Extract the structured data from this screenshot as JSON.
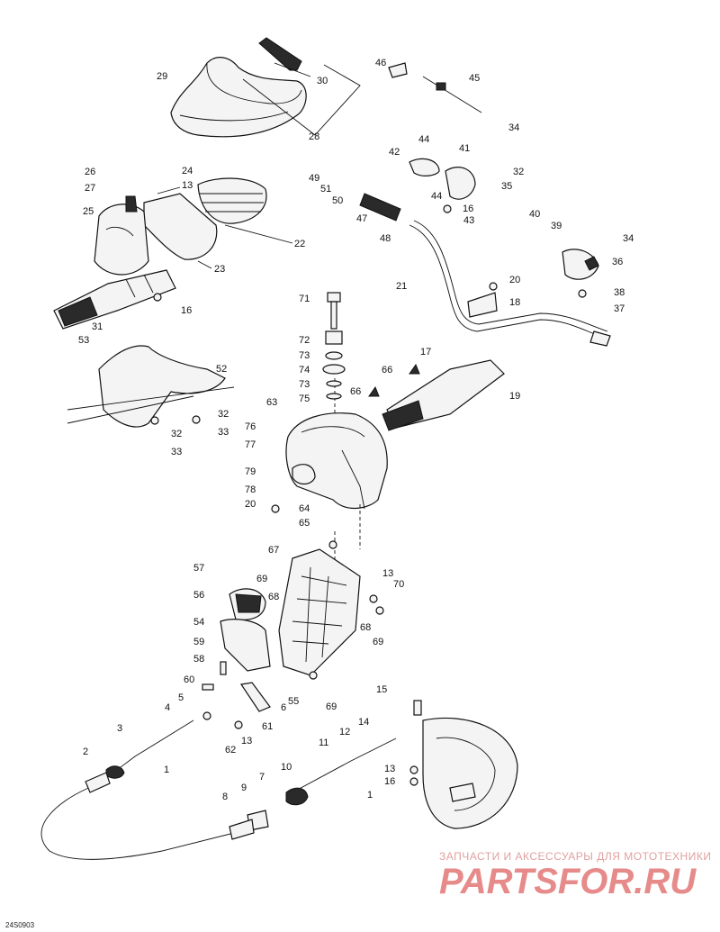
{
  "diagram_code": "24S0903",
  "watermark": {
    "tagline": "ЗАПЧАСТИ И АКСЕССУАРЫ ДЛЯ МОТОТЕХНИКИ",
    "brand": "PARTSFOR.RU"
  },
  "callouts": {
    "c1a": "1",
    "c1b": "1",
    "c2": "2",
    "c3": "3",
    "c4": "4",
    "c5": "5",
    "c6": "6",
    "c7": "7",
    "c8": "8",
    "c9": "9",
    "c10": "10",
    "c11": "11",
    "c12": "12",
    "c13a": "13",
    "c13b": "13",
    "c13c": "13",
    "c13d": "13",
    "c14": "14",
    "c15": "15",
    "c16a": "16",
    "c16b": "16",
    "c16c": "16",
    "c17": "17",
    "c18": "18",
    "c19": "19",
    "c20a": "20",
    "c20b": "20",
    "c21": "21",
    "c22": "22",
    "c23": "23",
    "c24": "24",
    "c25": "25",
    "c26": "26",
    "c27": "27",
    "c28": "28",
    "c29": "29",
    "c30": "30",
    "c31": "31",
    "c32a": "32",
    "c32b": "32",
    "c33": "33",
    "c32c": "32",
    "c33b": "33",
    "c34a": "34",
    "c34b": "34",
    "c35": "35",
    "c36": "36",
    "c37": "37",
    "c38": "38",
    "c39": "39",
    "c40": "40",
    "c41": "41",
    "c42": "42",
    "c43": "43",
    "c44a": "44",
    "c44b": "44",
    "c45": "45",
    "c46": "46",
    "c47": "47",
    "c48": "48",
    "c49": "49",
    "c50": "50",
    "c51": "51",
    "c52": "52",
    "c53": "53",
    "c54": "54",
    "c55": "55",
    "c56": "56",
    "c57": "57",
    "c58": "58",
    "c59": "59",
    "c60": "60",
    "c61": "61",
    "c62": "62",
    "c63": "63",
    "c64": "64",
    "c65": "65",
    "c66a": "66",
    "c66b": "66",
    "c67": "67",
    "c68a": "68",
    "c68b": "68",
    "c69a": "69",
    "c69b": "69",
    "c69c": "69",
    "c70": "70",
    "c71": "71",
    "c72": "72",
    "c73a": "73",
    "c73b": "73",
    "c74": "74",
    "c75": "75",
    "c76": "76",
    "c77": "77",
    "c78": "78",
    "c79": "79"
  }
}
